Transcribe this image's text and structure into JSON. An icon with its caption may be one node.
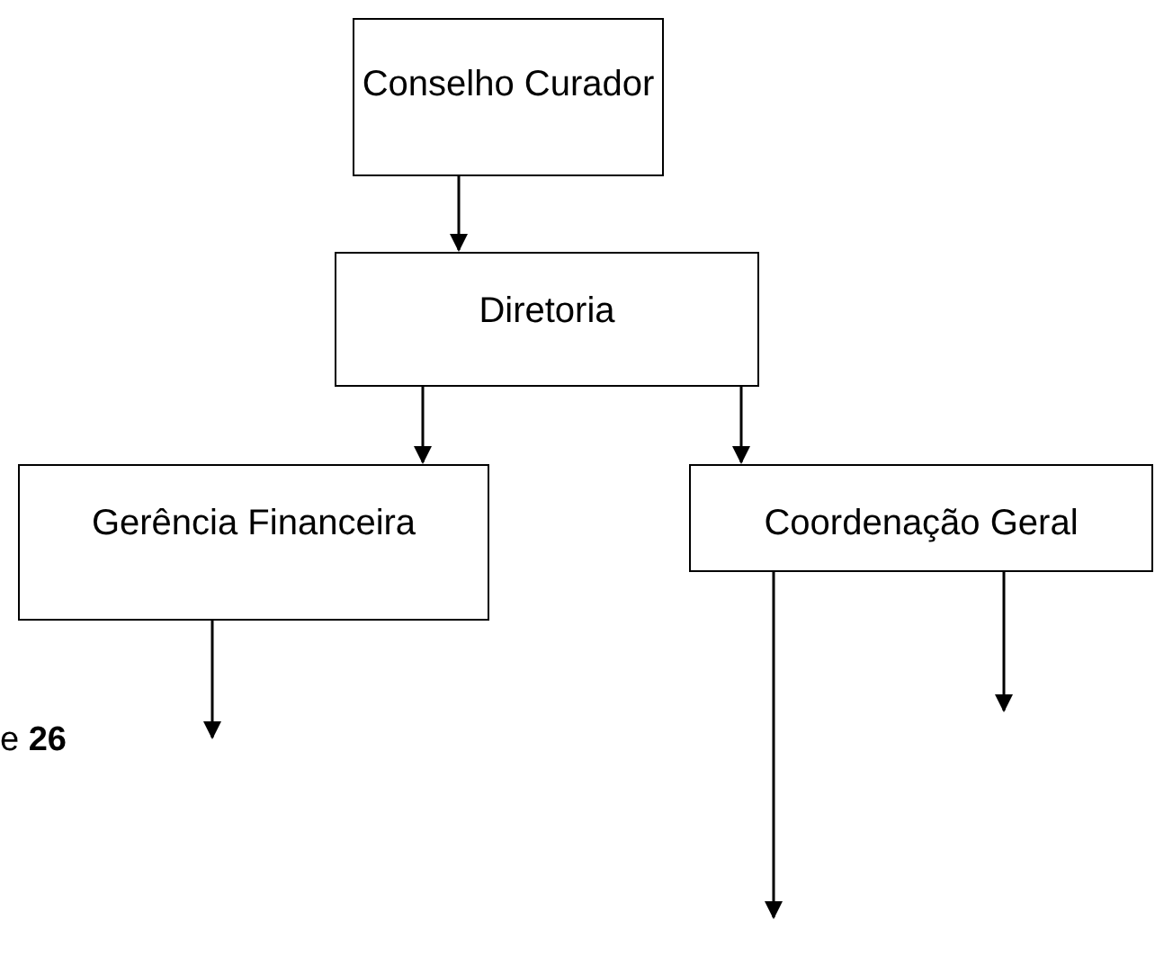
{
  "diagram": {
    "nodes": [
      {
        "text": [
          "Conselho Curador"
        ]
      },
      {
        "text": [
          "Diretoria"
        ]
      },
      {
        "text": [
          "Gerência Financeira"
        ]
      },
      {
        "text": [
          "Coordenação Geral"
        ]
      }
    ],
    "edges": [
      {
        "from": 0,
        "to": 1,
        "arrow": "to"
      },
      {
        "from": 1,
        "to": 2,
        "arrow": "to"
      },
      {
        "from": 1,
        "to": 3,
        "arrow": "to"
      },
      {
        "from": 2,
        "to": null,
        "arrow": "to"
      },
      {
        "from": 3,
        "to": null,
        "arrow": "to"
      },
      {
        "from": 3,
        "to": null,
        "arrow": "to"
      }
    ],
    "labels": [
      "e **26**"
    ]
  }
}
